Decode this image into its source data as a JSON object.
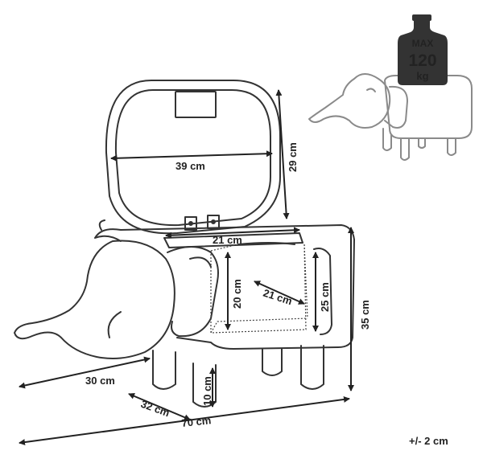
{
  "weight_badge": {
    "line1": "MAX",
    "line2": "120",
    "line3": "kg"
  },
  "dimensions": {
    "lid_width": "39 cm",
    "lid_height": "29 cm",
    "storage_width": "21 cm",
    "storage_depth": "21 cm",
    "storage_height": "20 cm",
    "body_height": "25 cm",
    "total_height": "35 cm",
    "leg_height": "10 cm",
    "depth": "30 cm",
    "leg_spacing": "32 cm",
    "total_length": "70 cm"
  },
  "tolerance": "+/- 2 cm",
  "colors": {
    "line": "#333333",
    "light_line": "#8a8a8a",
    "badge": "#333333"
  }
}
